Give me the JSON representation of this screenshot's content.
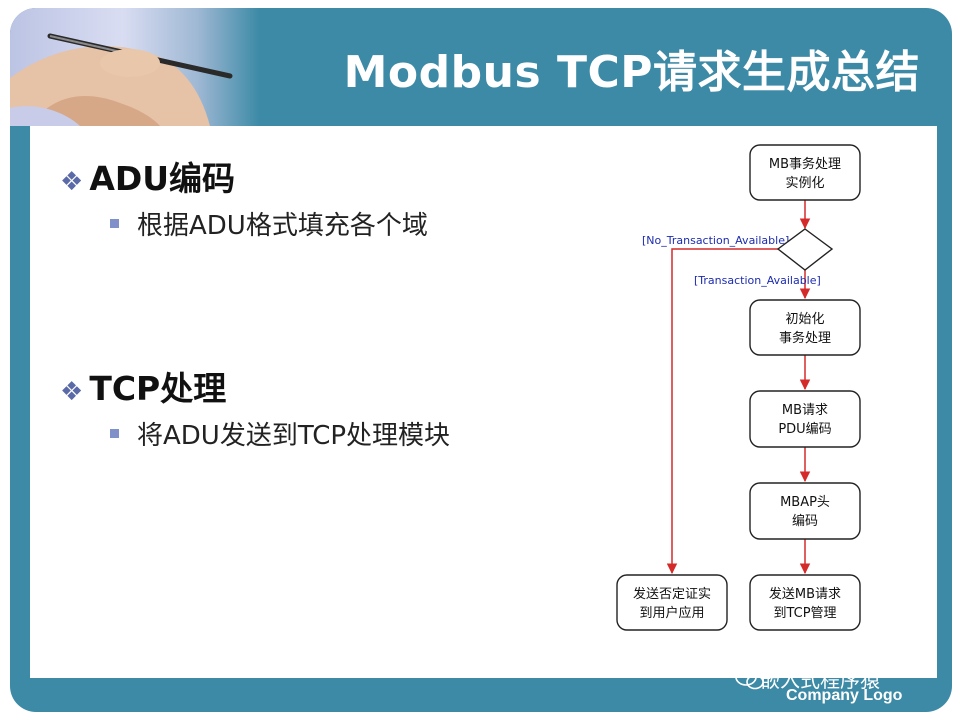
{
  "slide": {
    "title": "Modbus TCP请求生成总结",
    "sections": [
      {
        "heading": "ADU编码",
        "sub": "根据ADU格式填充各个域"
      },
      {
        "heading": "TCP处理",
        "sub": "将ADU发送到TCP处理模块"
      }
    ]
  },
  "flowchart": {
    "nodes": {
      "instantiate": [
        "MB事务处理",
        "实例化"
      ],
      "init": [
        "初始化",
        "事务处理"
      ],
      "pdu": [
        "MB请求",
        "PDU编码"
      ],
      "mbap": [
        "MBAP头",
        "编码"
      ],
      "send": [
        "发送MB请求",
        "到TCP管理"
      ],
      "negative": [
        "发送否定证实",
        "到用户应用"
      ]
    },
    "guards": {
      "no": "[No_Transaction_Available]",
      "yes": "[Transaction_Available]"
    }
  },
  "footer": {
    "watermark": "嵌入式程序猿",
    "company": "Company Logo"
  },
  "colors": {
    "frame": "#3c8aa6",
    "arrow": "#d42a2a",
    "bullet": "#5a6aa8"
  },
  "icons": {
    "section_bullet": "diamond-bullet-icon",
    "sub_bullet": "square-bullet-icon",
    "wechat": "wechat-icon"
  }
}
